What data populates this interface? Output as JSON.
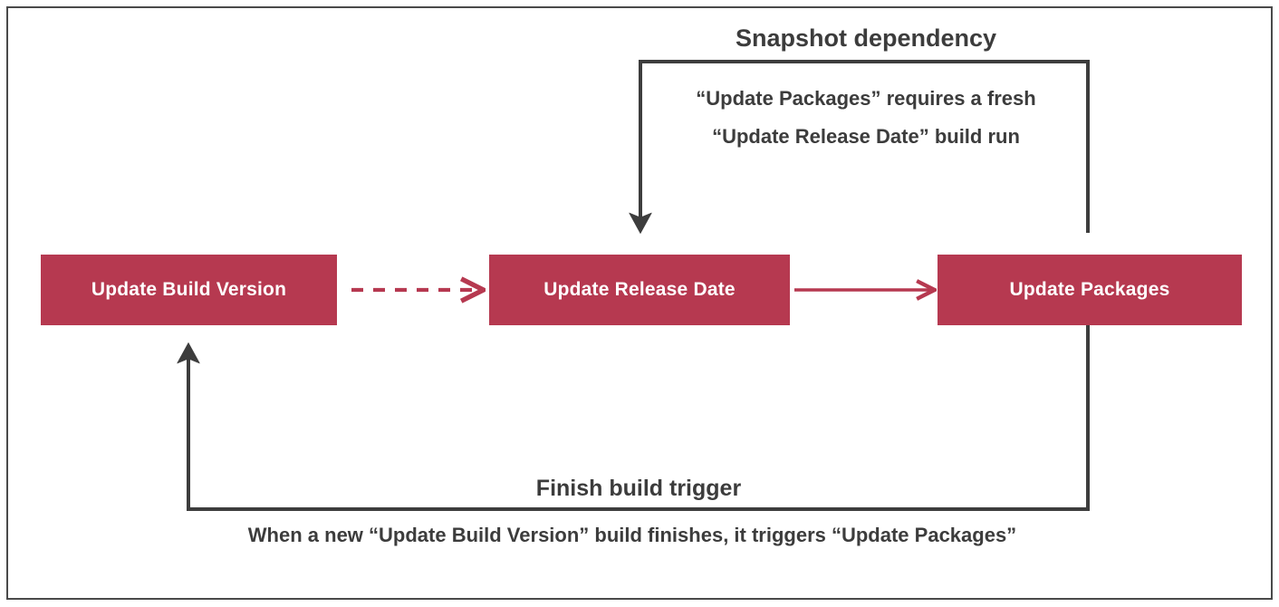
{
  "diagram": {
    "type": "flow-diagram",
    "title_visible": false,
    "colors": {
      "node_fill": "#b63950",
      "node_text": "#ffffff",
      "caption_text": "#3c3c3c",
      "wire_dark": "#3d3d3d",
      "wire_red": "#b63950",
      "frame_border": "#4a4a4a",
      "background": "#ffffff"
    },
    "nodes": [
      {
        "id": "build-version",
        "label": "Update Build Version"
      },
      {
        "id": "release-date",
        "label": "Update Release Date"
      },
      {
        "id": "packages",
        "label": "Update Packages"
      }
    ],
    "snapshot_dependency": {
      "title": "Snapshot dependency",
      "line_1": "“Update Packages” requires a fresh",
      "line_2": "“Update Release Date” build run",
      "from": "packages",
      "to": "release-date"
    },
    "finish_build_trigger": {
      "title": "Finish build trigger",
      "description": "When a new “Update Build Version” build finishes, it triggers “Update Packages”",
      "from": "packages",
      "to": "build-version"
    },
    "connectors": [
      {
        "id": "dashed-build-to-release",
        "style": "dashed",
        "color": "#b63950",
        "from": "build-version",
        "to": "release-date"
      },
      {
        "id": "solid-release-to-packages",
        "style": "solid",
        "color": "#b63950",
        "from": "release-date",
        "to": "packages"
      },
      {
        "id": "snapshot-path",
        "style": "solid",
        "color": "#3d3d3d",
        "from": "packages",
        "to": "release-date"
      },
      {
        "id": "trigger-path",
        "style": "solid",
        "color": "#3d3d3d",
        "from": "packages",
        "to": "build-version"
      }
    ]
  }
}
